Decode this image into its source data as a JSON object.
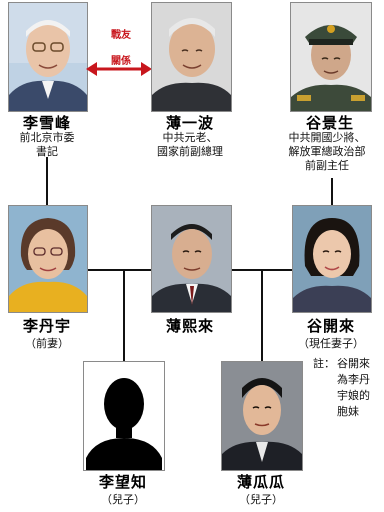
{
  "people": {
    "li_xuefeng": {
      "name": "李雪峰",
      "desc_line1": "前北京市委",
      "desc_line2": "書記"
    },
    "bo_yibo": {
      "name": "薄一波",
      "desc_line1": "中共元老、",
      "desc_line2": "國家前副總理"
    },
    "gu_jingsheng": {
      "name": "谷景生",
      "desc_line1": "中共開國少將、",
      "desc_line2": "解放軍總政治部",
      "desc_line3": "前副主任"
    },
    "li_danyu": {
      "name": "李丹宇",
      "role": "（前妻）"
    },
    "bo_xilai": {
      "name": "薄熙來"
    },
    "gu_kailai": {
      "name": "谷開來",
      "role": "（現任妻子）"
    },
    "li_wangzhi": {
      "name": "李望知",
      "role": "（兒子）"
    },
    "bo_guagua": {
      "name": "薄瓜瓜",
      "role": "（兒子）"
    }
  },
  "relation_badge": {
    "line1": "戰友",
    "line2": "關係"
  },
  "note": {
    "label": "註：",
    "lines": [
      "谷開來",
      "為李丹",
      "宇娘的",
      "胞妹"
    ]
  },
  "colors": {
    "accent_red": "#c8161d",
    "line": "#111111"
  }
}
